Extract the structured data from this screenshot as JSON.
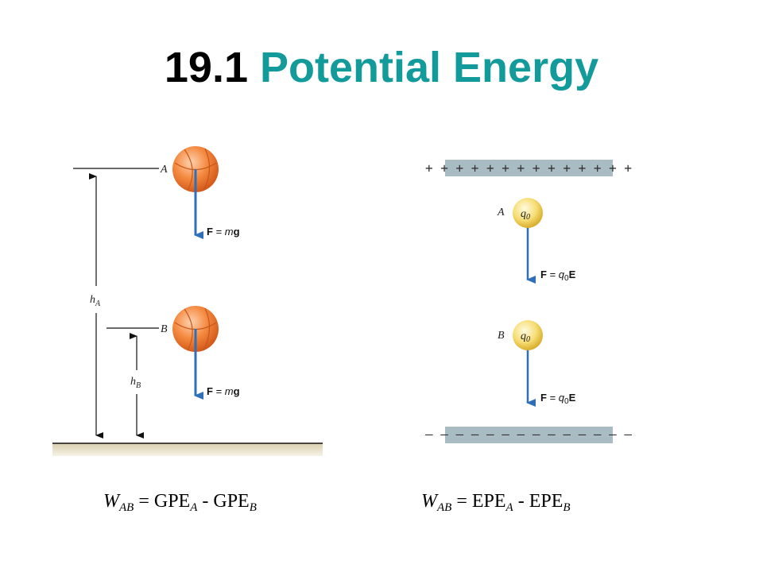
{
  "title": {
    "number": "19.1",
    "text": "Potential Energy"
  },
  "gravity_diagram": {
    "label_a": "A",
    "label_b": "B",
    "h_a": "h",
    "h_a_sub": "A",
    "h_b": "h",
    "h_b_sub": "B",
    "force_label": "F = mg"
  },
  "electric_diagram": {
    "positive_plate": "+ + + + + + + + + + + + + +",
    "negative_plate": "– – – – – – – – – – – – – –",
    "label_a": "A",
    "label_b": "B",
    "charge": "q",
    "charge_sub": "0",
    "force_label": "F = q0E"
  },
  "equations": {
    "left": {
      "w": "W",
      "w_sub": "AB",
      "middle": " = GPE",
      "sub1": "A",
      "minus": " - GPE",
      "sub2": "B"
    },
    "right": {
      "w": "W",
      "w_sub": "AB",
      "middle": " = EPE",
      "sub1": "A",
      "minus": " - EPE",
      "sub2": "B"
    }
  },
  "colors": {
    "title_accent": "#139a9a",
    "arrow": "#2f6fb8",
    "ball": "#f07a32",
    "charge": "#f2d25a",
    "plate": "#a9bcc4"
  }
}
